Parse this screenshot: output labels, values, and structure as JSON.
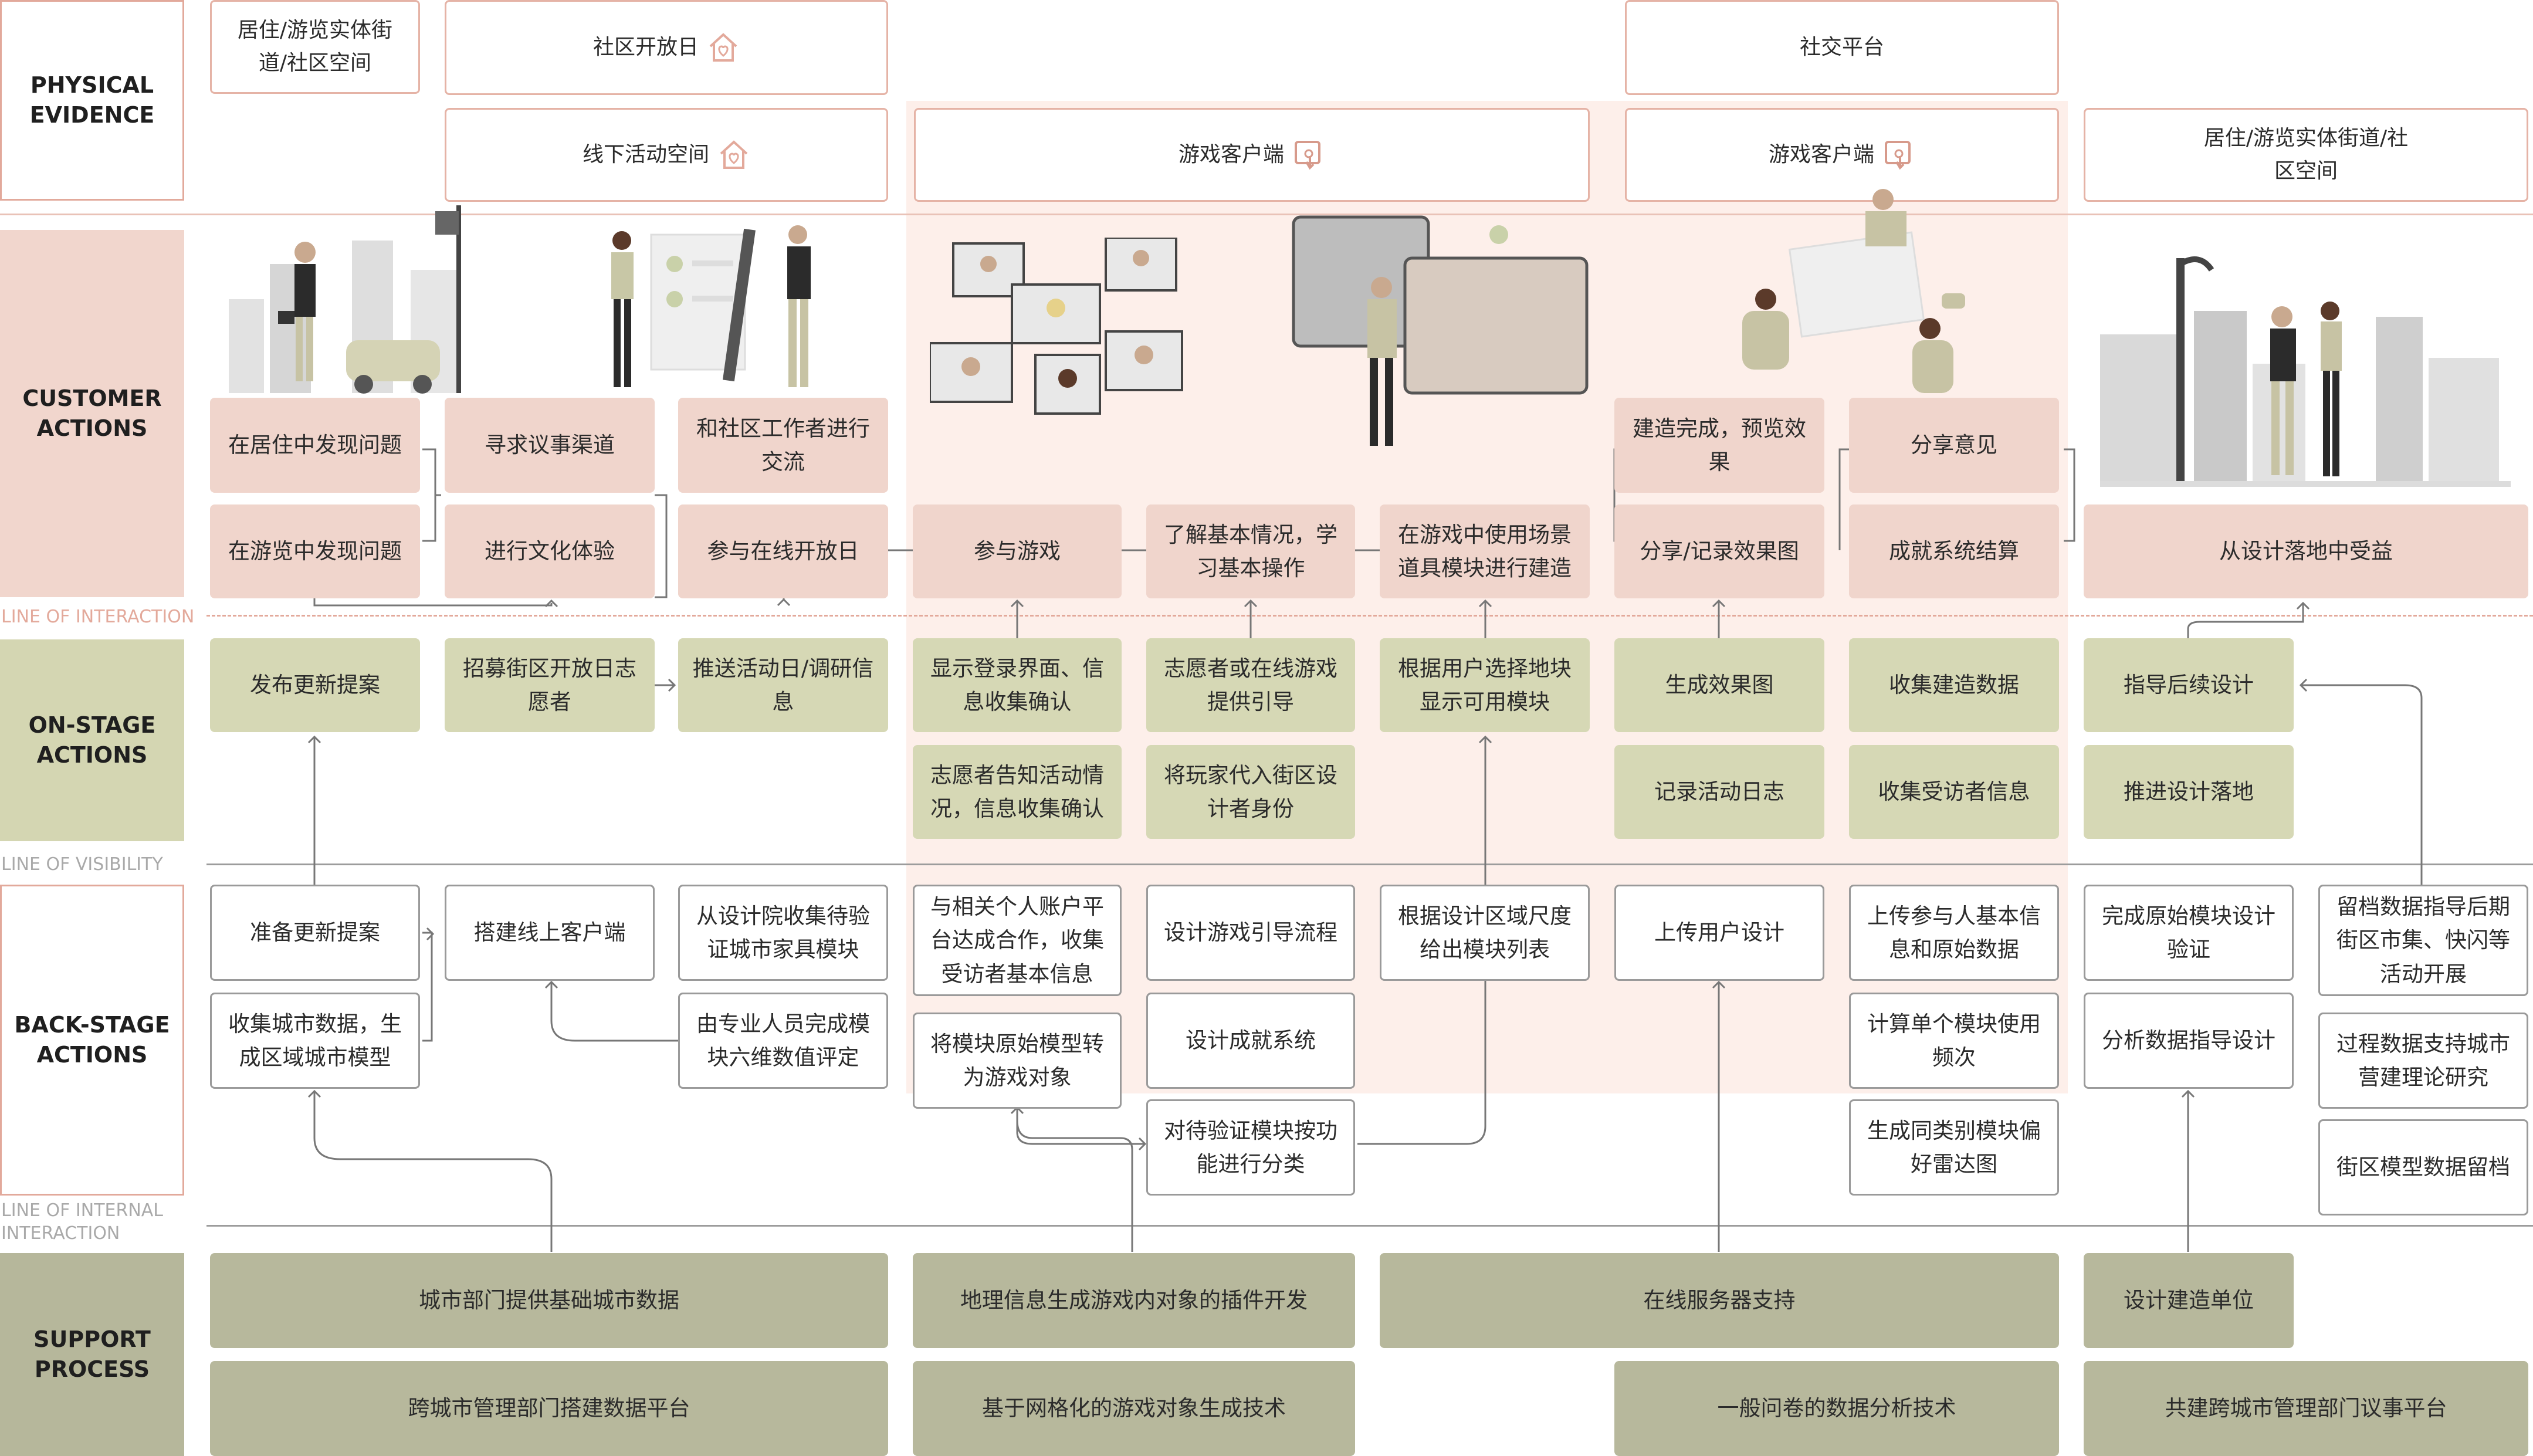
{
  "rows": {
    "physical_evidence": "PHYSICAL\nEVIDENCE",
    "customer_actions": "CUSTOMER\nACTIONS",
    "onstage_actions": "ON-STAGE\nACTIONS",
    "backstage_actions": "BACK-STAGE\nACTIONS",
    "support_process": "SUPPORT\nPROCESS"
  },
  "lines": {
    "interaction": "LINE OF INTERACTION",
    "visibility": "LINE OF VISIBILITY",
    "internal": "LINE OF INTERNAL\nINTERACTION"
  },
  "evidence": {
    "street1": "居住/游览实体街道/社区空间",
    "open_day": "社区开放日",
    "offline_space": "线下活动空间",
    "game_client_1": "游戏客户端",
    "social_platform": "社交平台",
    "game_client_2": "游戏客户端",
    "street2": "居住/游览实体街道/社区空间"
  },
  "customer": {
    "c1": "在居住中发现问题",
    "c2": "在游览中发现问题",
    "c3": "寻求议事渠道",
    "c4": "进行文化体验",
    "c5": "和社区工作者进行交流",
    "c6": "参与在线开放日",
    "c7": "参与游戏",
    "c8": "了解基本情况，学习基本操作",
    "c9": "在游戏中使用场景道具模块进行建造",
    "c10": "建造完成，预览效果",
    "c11": "分享/记录效果图",
    "c12": "分享意见",
    "c13": "成就系统结算",
    "c14": "从设计落地中受益"
  },
  "onstage": {
    "o1": "发布更新提案",
    "o2": "招募街区开放日志愿者",
    "o3": "推送活动日/调研信息",
    "o4": "显示登录界面、信息收集确认",
    "o5": "志愿者告知活动情况，信息收集确认",
    "o6": "志愿者或在线游戏提供引导",
    "o7": "将玩家代入街区设计者身份",
    "o8": "根据用户选择地块显示可用模块",
    "o9": "生成效果图",
    "o10": "记录活动日志",
    "o11": "收集建造数据",
    "o12": "收集受访者信息",
    "o13": "指导后续设计",
    "o14": "推进设计落地"
  },
  "backstage": {
    "b1": "准备更新提案",
    "b2": "收集城市数据，生成区域城市模型",
    "b3": "搭建线上客户端",
    "b4": "从设计院收集待验证城市家具模块",
    "b5": "由专业人员完成模块六维数值评定",
    "b6": "与相关个人账户平台达成合作，收集受访者基本信息",
    "b7": "将模块原始模型转为游戏对象",
    "b8": "设计游戏引导流程",
    "b9": "设计成就系统",
    "b10": "对待验证模块按功能进行分类",
    "b11": "根据设计区域尺度给出模块列表",
    "b12": "上传用户设计",
    "b13": "上传参与人基本信息和原始数据",
    "b14": "计算单个模块使用频次",
    "b15": "生成同类别模块偏好雷达图",
    "b16": "完成原始模块设计验证",
    "b17": "分析数据指导设计",
    "b18": "留档数据指导后期街区市集、快闪等活动开展",
    "b19": "过程数据支持城市营建理论研究",
    "b20": "街区模型数据留档"
  },
  "support": {
    "s1": "城市部门提供基础城市数据",
    "s2": "跨城市管理部门搭建数据平台",
    "s3": "地理信息生成游戏内对象的插件开发",
    "s4": "基于网格化的游戏对象生成技术",
    "s5": "在线服务器支持",
    "s6": "一般问卷的数据分析技术",
    "s7": "设计建造单位",
    "s8": "共建跨城市管理部门议事平台"
  },
  "colors": {
    "highlight": "#fdefea",
    "customer_box": "#f0d5cc",
    "onstage_box": "#d6d8b5",
    "support_box": "#b7b89c",
    "evidence_border": "#e5b3a6",
    "line_interaction": "#e3a99b"
  },
  "icons": [
    "house-heart-icon",
    "tap-screen-icon"
  ]
}
